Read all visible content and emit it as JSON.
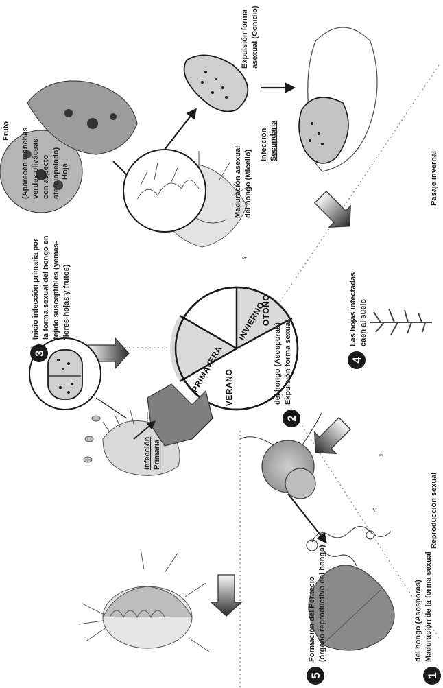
{
  "steps": [
    {
      "num": "1",
      "line1": "Maduración de la forma sexual",
      "line2": "del hongo (Asosporas)"
    },
    {
      "num": "2",
      "line1": "Expulsión forma sexual",
      "line2": "del hongo (Asosporas)"
    },
    {
      "num": "3",
      "line1": "Inicio infección primaria por",
      "line2": "la forma sexual del hongo en",
      "line3": "tejido susceptibles (yemas-",
      "line4": "flores-hojas y frutos)"
    },
    {
      "num": "4",
      "line1": "Las hojas infectadas",
      "line2": "caen al suelo"
    },
    {
      "num": "5",
      "line1": "Formación del Peritecio",
      "line2": "(órgano reproductivo del hongo)"
    }
  ],
  "labels": {
    "infeccion_primaria_1": "Infección",
    "infeccion_primaria_2": "Primaria",
    "hoja": "Hoja",
    "fruto": "Fruto",
    "manchas_1": "(Aparecen manchas",
    "manchas_2": "verdes oliváceas",
    "manchas_3": "con aspecto",
    "manchas_4": "aterciopelado)",
    "expulsion_asexual_1": "Expulsión forma",
    "expulsion_asexual_2": "asexual (Conidio)",
    "maduracion_asexual_1": "Maduración asexual",
    "maduracion_asexual_2": "del hongo (Micelio)",
    "infeccion_secundaria_1": "Infección",
    "infeccion_secundaria_2": "Secundaria",
    "pasaje_invernal": "Pasaje invernal",
    "reproduccion_sexual": "Reproducción sexual",
    "female_symbol": "♀",
    "male_symbol": "♂"
  },
  "seasons": {
    "verano": "VERANO",
    "otono": "OTOÑO",
    "invierno": "INVIERNO",
    "primavera": "PRIMAVERA"
  },
  "colors": {
    "ink": "#1a1a1a",
    "season_shaded": "#d9d9d9",
    "dotted_line": "#9a9a9a"
  }
}
